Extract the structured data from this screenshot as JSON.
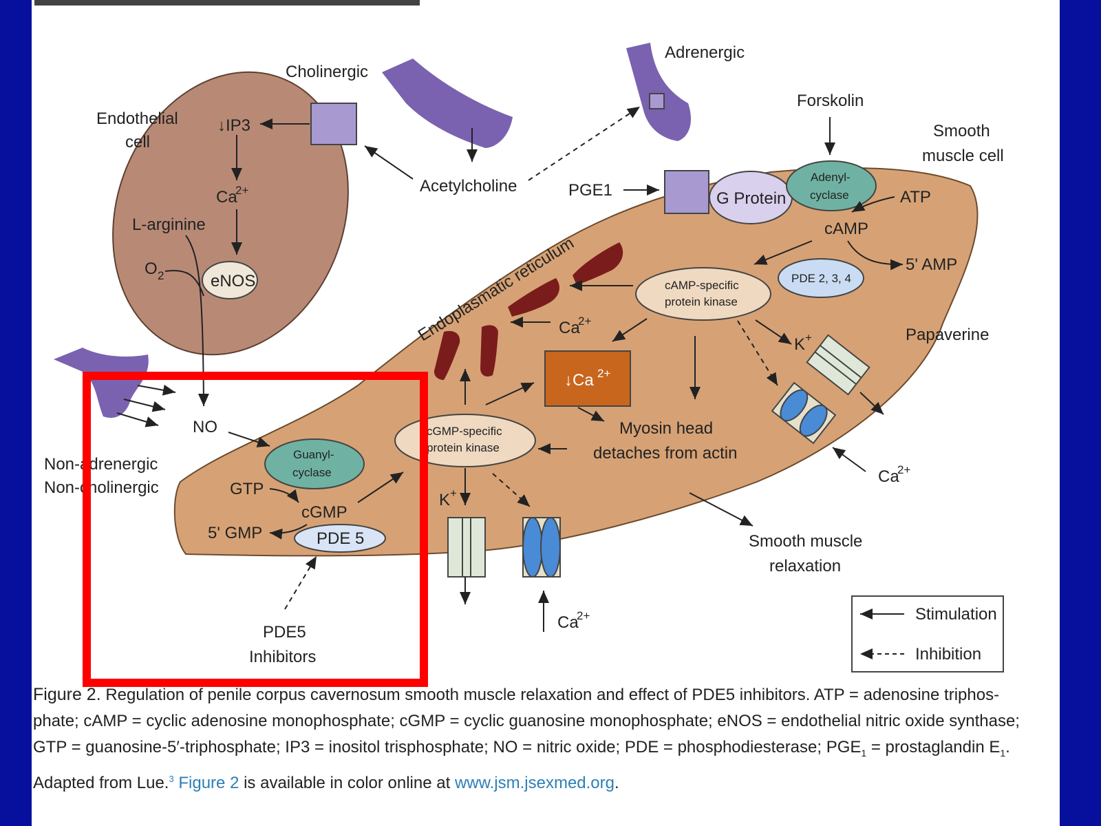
{
  "labels": {
    "cholinergic": "Cholinergic",
    "adrenergic": "Adrenergic",
    "endothelial_1": "Endothelial",
    "endothelial_2": "cell",
    "ip3": "↓IP3",
    "ca2_endo": "Ca",
    "ca_sup": "2+",
    "larginine": "L-arginine",
    "o2": "O",
    "o2_sub": "2",
    "enos": "eNOS",
    "acetylcholine": "Acetylcholine",
    "forskolin": "Forskolin",
    "smooth_1": "Smooth",
    "smooth_2": "muscle cell",
    "pge1": "PGE1",
    "gprotein": "G Protein",
    "adenyl_1": "Adenyl-",
    "adenyl_2": "cyclase",
    "atp": "ATP",
    "camp": "cAMP",
    "amp5": "5' AMP",
    "pde234": "PDE 2, 3, 4",
    "camp_kinase_1": "cAMP-specific",
    "camp_kinase_2": "protein kinase",
    "er": "Endoplasmatic reticulum",
    "ca2_er": "Ca",
    "k_right": "K",
    "k_sup": "+",
    "papaverine": "Papaverine",
    "ca_down": "↓Ca",
    "myosin_1": "Myosin head",
    "myosin_2": "detaches from actin",
    "ca2_right": "Ca",
    "no": "NO",
    "nonadr_1": "Non-adrenergic",
    "nonadr_2": "Non-cholinergic",
    "guanyl_1": "Guanyl-",
    "guanyl_2": "cyclase",
    "gtp": "GTP",
    "cgmp": "cGMP",
    "gmp5": "5' GMP",
    "pde5": "PDE 5",
    "cgmp_kinase_1": "cGMP-specific",
    "cgmp_kinase_2": "protein kinase",
    "k_bottom": "K",
    "ca2_bottom": "Ca",
    "relax_1": "Smooth muscle",
    "relax_2": "relaxation",
    "inhib_1": "PDE5",
    "inhib_2": "Inhibitors",
    "legend_stim": "Stimulation",
    "legend_inhib": "Inhibition"
  },
  "caption": {
    "figure": "Figure 2.",
    "text1": " Regulation of penile corpus cavernosum smooth muscle relaxation and effect of PDE5 inhibitors. ATP = adenosine triphos-phate; cAMP = cyclic adenosine monophosphate; cGMP = cyclic guanosine monophosphate; eNOS = endothelial nitric oxide synthase; GTP = guanosine-5′-triphosphate; IP3 = inositol trisphosphate; NO = nitric oxide; PDE = phosphodiesterase; PGE",
    "pge_sub": "1",
    "text2": " = prostaglandin E",
    "e_sub": "1",
    "text3": ". Adapted from Lue.",
    "ref": "3",
    "figlink": " Figure 2",
    "text4": " is available in color online at ",
    "url": "www.jsm.jsexmed.org",
    "text5": "."
  },
  "colors": {
    "background": "#07109c",
    "cell_fill": "#d6a275",
    "endothelial_fill": "#b88a76",
    "receptor": "#7a62b0",
    "er": "#7a1c1c",
    "highlight": "#ff0000"
  }
}
